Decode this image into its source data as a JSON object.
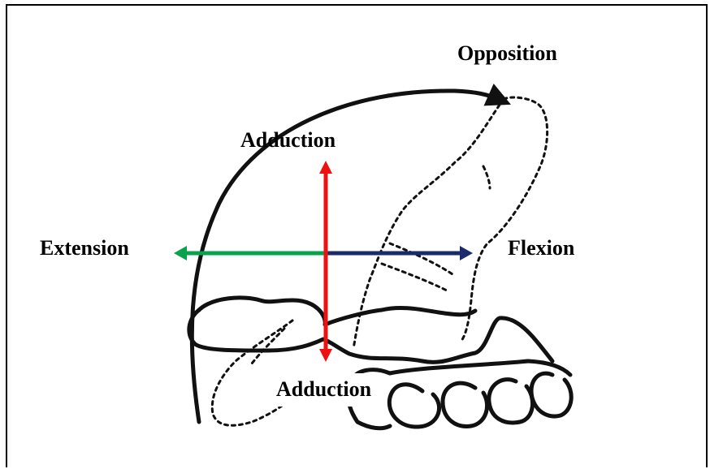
{
  "labels": {
    "opposition": "Opposition",
    "adduction_top": "Adduction",
    "extension": "Extension",
    "flexion": "Flexion",
    "adduction_bottom": "Adduction"
  },
  "colors": {
    "extension_arrow": "#0aa14b",
    "flexion_arrow": "#1a2a6c",
    "adduction_arrow": "#ee1111",
    "sketch": "#111111"
  }
}
